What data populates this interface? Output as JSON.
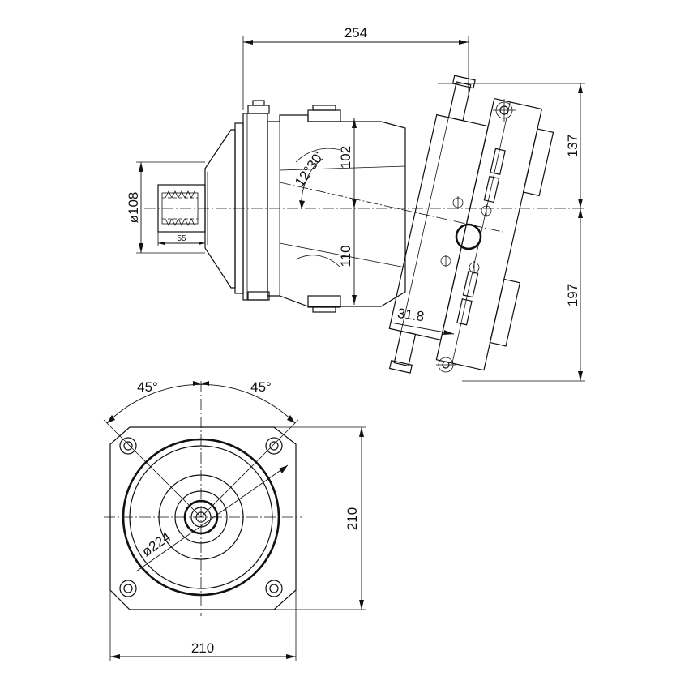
{
  "dimensions": {
    "overall_length": "254",
    "top_height": "137",
    "bottom_height": "197",
    "height_upper": "102",
    "height_lower": "110",
    "tilt_angle": "12°30'",
    "port_offset": "31.8",
    "shaft_diameter": "ø108",
    "shaft_length": "55",
    "flange_height": "210",
    "flange_width": "210",
    "bolt_circle": "ø224",
    "angle_left": "45°",
    "angle_right": "45°"
  }
}
